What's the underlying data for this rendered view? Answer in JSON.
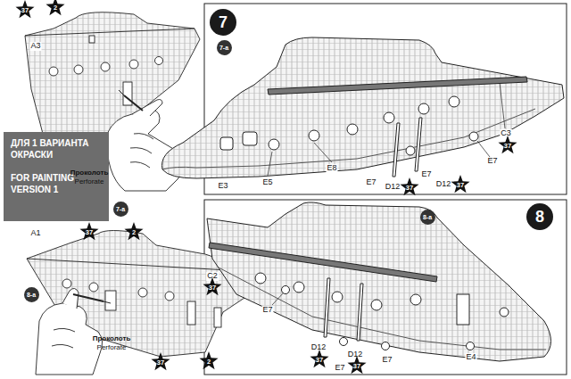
{
  "diagram": {
    "nodes": [
      {
        "text": [
          "7"
        ]
      },
      {
        "text": [
          "7-a"
        ]
      },
      {
        "text": [
          "ДЛЯ 1 ВАРИАНТА ОКРАСКИ",
          "FOR PAINTING VERSION 1"
        ]
      },
      {
        "text": [
          "7-a"
        ]
      },
      {
        "text": [
          "8"
        ]
      },
      {
        "text": [
          "8-a"
        ]
      },
      {
        "text": [
          "8-a"
        ]
      }
    ],
    "labels": [
      "37",
      "2",
      "A3",
      "Проколоть",
      "Perforate",
      "E3",
      "E5",
      "E8",
      "E7",
      "D12",
      "37",
      "E7",
      "D12",
      "37",
      "E7",
      "C3",
      "37",
      "A1",
      "37",
      "2",
      "Проколоть",
      "Perforate",
      "37",
      "2",
      "C2",
      "37",
      "E7",
      "D12",
      "37",
      "E7",
      "D12",
      "37",
      "E7",
      "E4"
    ]
  }
}
